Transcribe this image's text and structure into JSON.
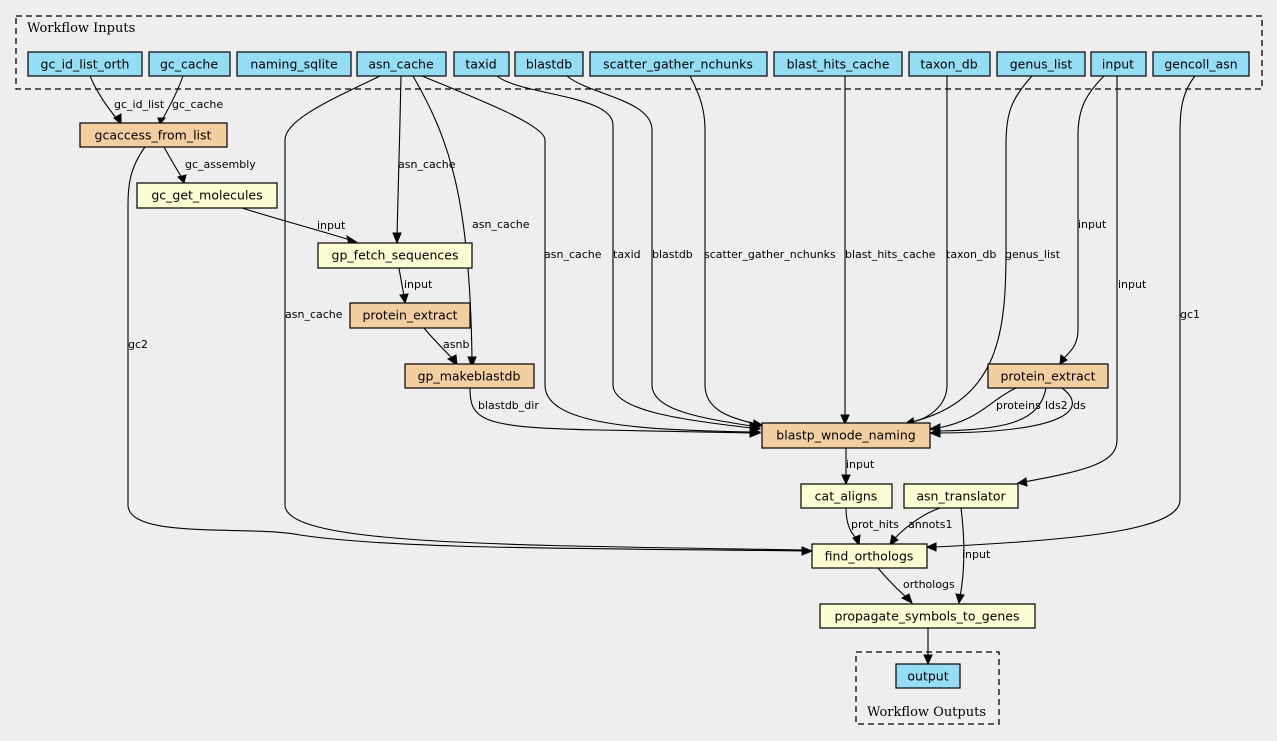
{
  "clusters": {
    "inputs_label": "Workflow Inputs",
    "outputs_label": "Workflow Outputs"
  },
  "nodes": {
    "gc_id_list_orth": "gc_id_list_orth",
    "gc_cache": "gc_cache",
    "naming_sqlite": "naming_sqlite",
    "asn_cache": "asn_cache",
    "taxid": "taxid",
    "blastdb": "blastdb",
    "scatter_gather_nchunks": "scatter_gather_nchunks",
    "blast_hits_cache": "blast_hits_cache",
    "taxon_db": "taxon_db",
    "genus_list": "genus_list",
    "input": "input",
    "gencoll_asn": "gencoll_asn",
    "gcaccess_from_list": "gcaccess_from_list",
    "gc_get_molecules": "gc_get_molecules",
    "gp_fetch_sequences": "gp_fetch_sequences",
    "protein_extract_1": "protein_extract",
    "gp_makeblastdb": "gp_makeblastdb",
    "protein_extract_2": "protein_extract",
    "blastp_wnode_naming": "blastp_wnode_naming",
    "cat_aligns": "cat_aligns",
    "asn_translator": "asn_translator",
    "find_orthologs": "find_orthologs",
    "propagate_symbols_to_genes": "propagate_symbols_to_genes",
    "output": "output"
  },
  "edge_labels": {
    "gc_id_list": "gc_id_list",
    "gc_cache": "gc_cache",
    "gc_assembly": "gc_assembly",
    "input_gcget_fetch": "input",
    "asn_cache_fetch": "asn_cache",
    "asn_cache_makeblastdb": "asn_cache",
    "input_fetch_extract": "input",
    "asnb": "asnb",
    "asn_cache_blastp": "asn_cache",
    "taxid_blastp": "taxid",
    "blastdb_blastp": "blastdb",
    "scatter_blastp": "scatter_gather_nchunks",
    "blast_hits_cache_blastp": "blast_hits_cache",
    "taxon_db_blastp": "taxon_db",
    "genus_list_blastp": "genus_list",
    "input_input_extract": "input",
    "input_input_translator": "input",
    "gc1": "gc1",
    "gc2": "gc2",
    "asn_cache_find": "asn_cache",
    "blastdb_dir": "blastdb_dir",
    "proteins": "proteins",
    "lds2": "lds2",
    "ds": "ds",
    "input_blastp_cat": "input",
    "prot_hits": "prot_hits",
    "annots1": "annots1",
    "input_translator_propagate": "input",
    "orthologs": "orthologs"
  }
}
